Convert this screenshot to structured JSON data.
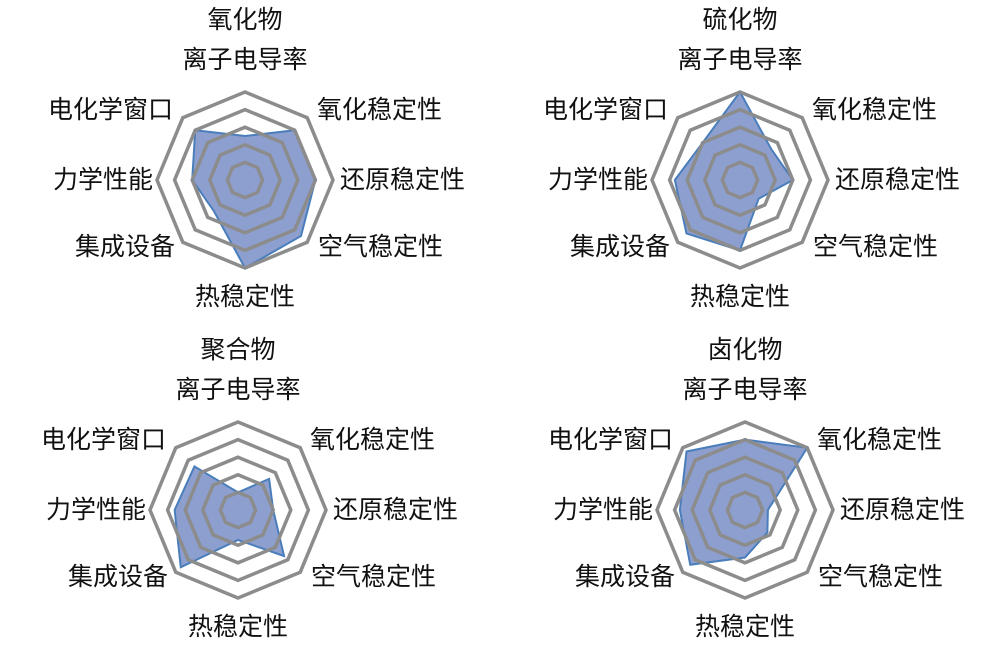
{
  "chart_data": [
    {
      "type": "radar",
      "title": "氧化物",
      "axes": [
        "离子电导率",
        "氧化稳定性",
        "还原稳定性",
        "空气稳定性",
        "热稳定性",
        "集成设备",
        "力学性能",
        "电化学窗口"
      ],
      "values": [
        2.5,
        4,
        4,
        4.5,
        5,
        2.5,
        3,
        4
      ],
      "rlim": [
        0,
        5
      ],
      "rings": [
        1,
        2,
        3,
        4,
        5
      ]
    },
    {
      "type": "radar",
      "title": "硫化物",
      "axes": [
        "离子电导率",
        "氧化稳定性",
        "还原稳定性",
        "空气稳定性",
        "热稳定性",
        "集成设备",
        "力学性能",
        "电化学窗口"
      ],
      "values": [
        5,
        2.5,
        3,
        1.5,
        4,
        4.3,
        3.7,
        3
      ],
      "rlim": [
        0,
        5
      ],
      "rings": [
        1,
        2,
        3,
        4,
        5
      ]
    },
    {
      "type": "radar",
      "title": "聚合物",
      "axes": [
        "离子电导率",
        "氧化稳定性",
        "还原稳定性",
        "空气稳定性",
        "热稳定性",
        "集成设备",
        "力学性能",
        "电化学窗口"
      ],
      "values": [
        1,
        2.5,
        2,
        3.7,
        1.7,
        4.6,
        3.6,
        3.5
      ],
      "rlim": [
        0,
        5
      ],
      "rings": [
        1,
        2,
        3,
        4,
        5
      ]
    },
    {
      "type": "radar",
      "title": "卤化物",
      "axes": [
        "离子电导率",
        "氧化稳定性",
        "还原稳定性",
        "空气稳定性",
        "热稳定性",
        "集成设备",
        "力学性能",
        "电化学窗口"
      ],
      "values": [
        4,
        5,
        1.3,
        1.8,
        2.7,
        4.4,
        3.7,
        4.7
      ],
      "rlim": [
        0,
        5
      ],
      "rings": [
        1,
        2,
        3,
        4,
        5
      ]
    }
  ],
  "colors": {
    "fill": "#8d9fcf",
    "stroke": "#4a7ebb",
    "grid": "#8c8c8c"
  }
}
